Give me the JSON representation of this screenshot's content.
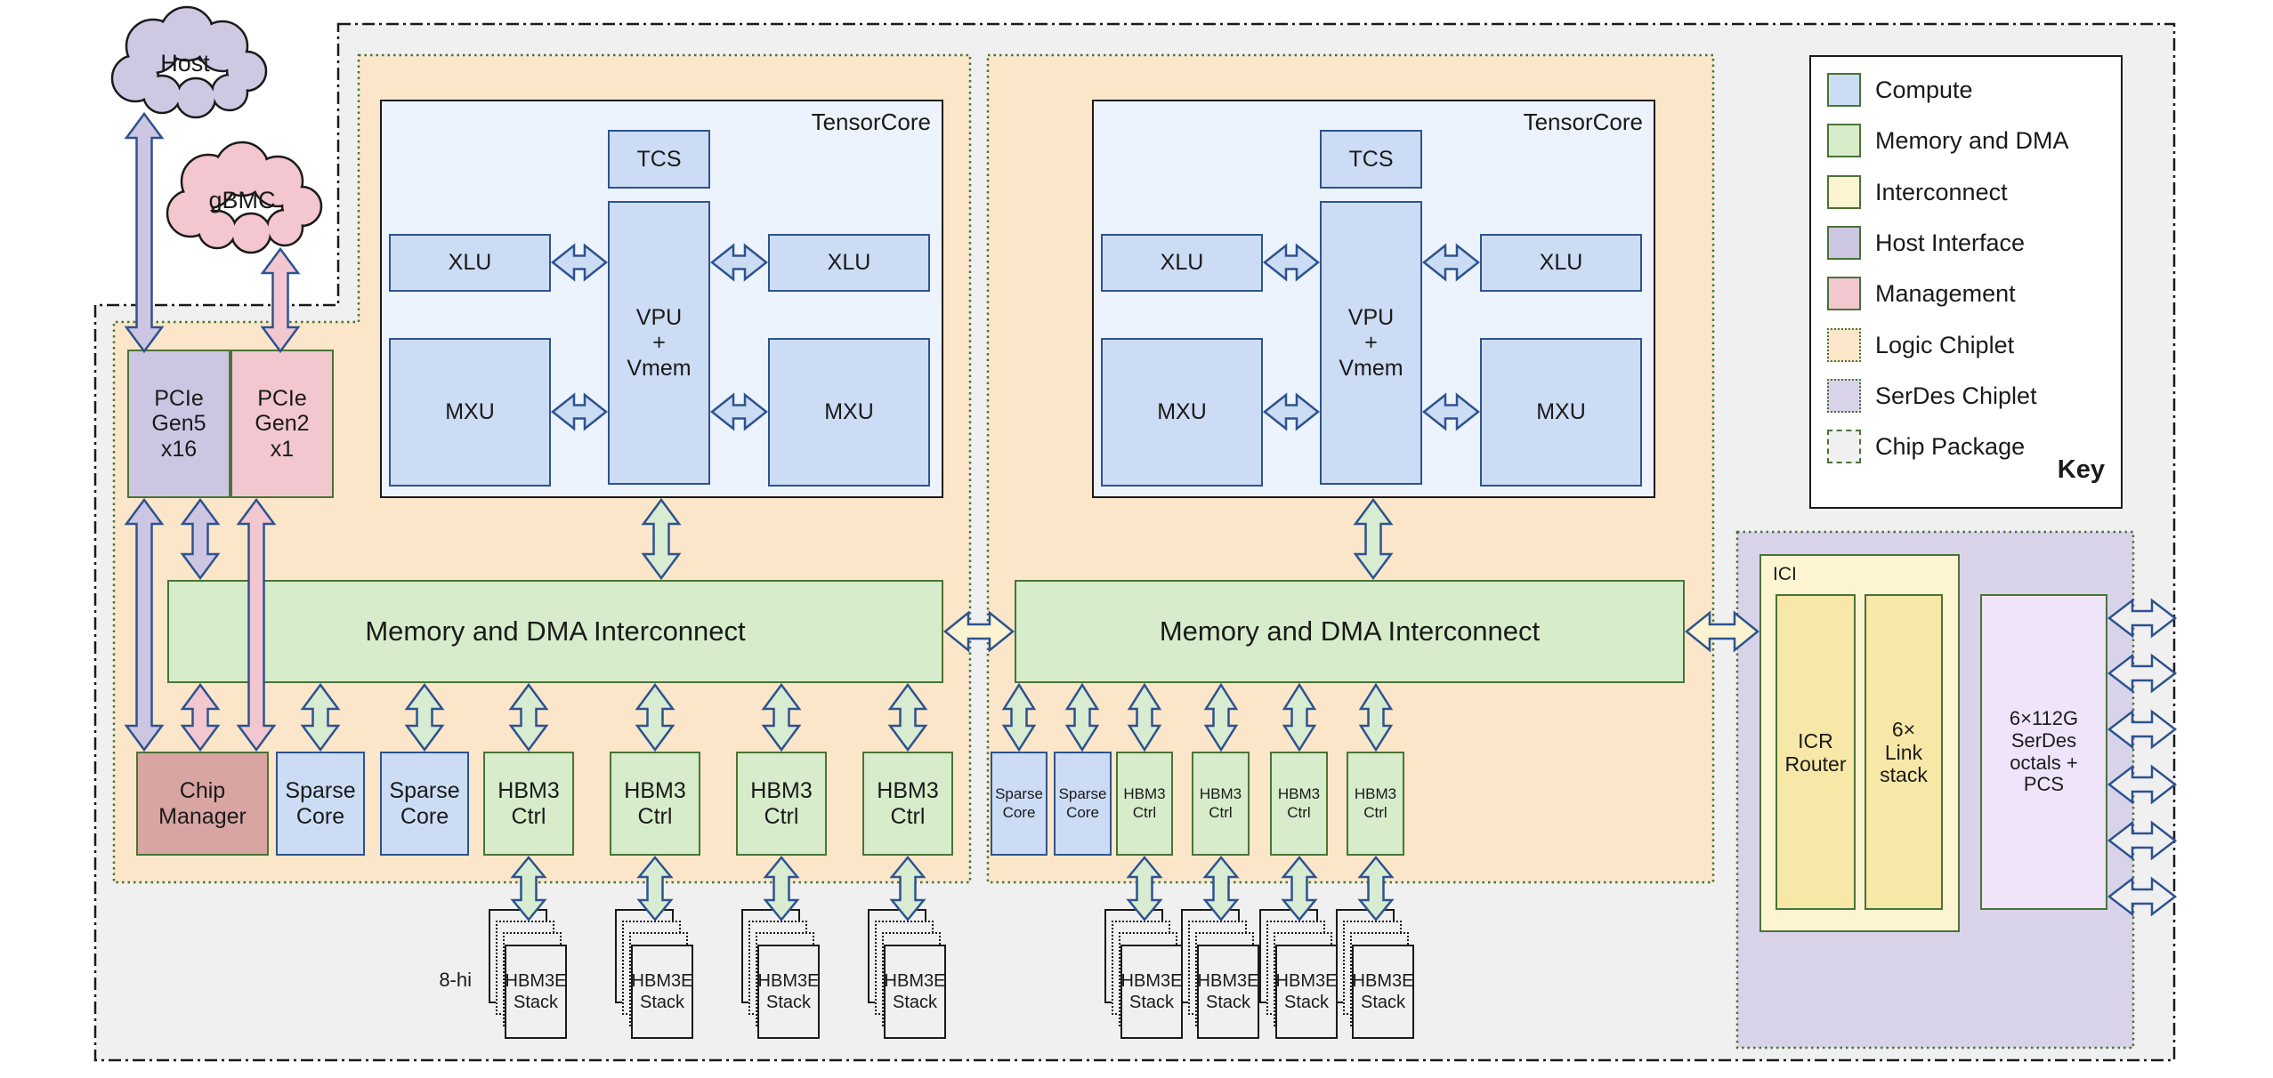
{
  "clouds": {
    "host": "Host",
    "gbmc": "gBMC"
  },
  "pcie": {
    "gen5": "PCIe\nGen5\nx16",
    "gen2": "PCIe\nGen2\nx1"
  },
  "chip_manager": "Chip\nManager",
  "tensorcore": {
    "title": "TensorCore",
    "tcs": "TCS",
    "xlu": "XLU",
    "mxu": "MXU",
    "vpu": "VPU\n+\nVmem"
  },
  "interconnect": "Memory and DMA Interconnect",
  "cores": {
    "sparse": "Sparse\nCore",
    "hbm3_ctrl": "HBM3\nCtrl"
  },
  "hbm": {
    "stack": "HBM3E\nStack",
    "height": "8-hi"
  },
  "ici": {
    "title": "ICI",
    "router": "ICR\nRouter",
    "links": "6×\nLink\nstack",
    "serdes": "6×112G\nSerDes\noctals +\nPCS"
  },
  "key": {
    "title": "Key",
    "items": [
      "Compute",
      "Memory and DMA",
      "Interconnect",
      "Host Interface",
      "Management",
      "Logic Chiplet",
      "SerDes Chiplet",
      "Chip Package"
    ]
  },
  "colors": {
    "compute": "#cbdcf4",
    "memory_dma": "#d6ecca",
    "interconnect": "#fdf5d2",
    "host_interface": "#cdc6e3",
    "management": "#f3c7d0",
    "logic_chiplet": "#fbe6c9",
    "serdes_chiplet": "#d9d3ea",
    "chip_package": "#f0f0f0",
    "chip_manager": "#d9a5a2",
    "arrow_outline": "#2e538f"
  }
}
